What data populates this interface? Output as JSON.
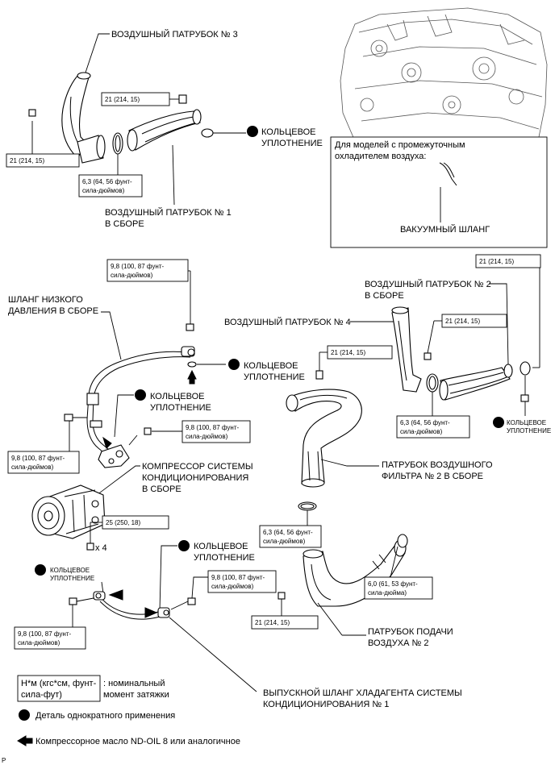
{
  "labels": {
    "air_duct_3": "ВОЗДУШНЫЙ ПАТРУБОК № 3",
    "air_duct_1_l1": "ВОЗДУШНЫЙ ПАТРУБОК № 1",
    "air_duct_1_l2": "В СБОРЕ",
    "oring_top_l1": "КОЛЬЦЕВОЕ",
    "oring_top_l2": "УПЛОТНЕНИЕ",
    "intercooler_l1": "Для моделей с промежуточным",
    "intercooler_l2": "охладителем воздуха:",
    "vacuum_hose": "ВАКУУМНЫЙ ШЛАНГ",
    "low_pressure_l1": "ШЛАНГ НИЗКОГО",
    "low_pressure_l2": "ДАВЛЕНИЯ В СБОРЕ",
    "oring_lp_l1": "КОЛЬЦЕВОЕ",
    "oring_lp_l2": "УПЛОТНЕНИЕ",
    "oring_comp_l1": "КОЛЬЦЕВОЕ",
    "oring_comp_l2": "УПЛОТНЕНИЕ",
    "air_duct_2_l1": "ВОЗДУШНЫЙ ПАТРУБОК № 2",
    "air_duct_2_l2": "В СБОРЕ",
    "air_duct_4": "ВОЗДУШНЫЙ ПАТРУБОК № 4",
    "oring_small_l1": "КОЛЬЦЕВОЕ",
    "oring_small_l2": "УПЛОТНЕНИЕ",
    "filter_duct_l1": "ПАТРУБОК ВОЗДУШНОГО",
    "filter_duct_l2": "ФИЛЬТРА № 2 В СБОРЕ",
    "compressor_l1": "КОМПРЕССОР СИСТЕМЫ",
    "compressor_l2": "КОНДИЦИОНИРОВАНИЯ",
    "compressor_l3": "В СБОРЕ",
    "times4": "x 4",
    "oring_disch_l1": "КОЛЬЦЕВОЕ",
    "oring_disch_l2": "УПЛОТНЕНИЕ",
    "oring_left_l1": "КОЛЬЦЕВОЕ",
    "oring_left_l2": "УПЛОТНЕНИЕ",
    "intake_duct_l1": "ПАТРУБОК ПОДАЧИ",
    "intake_duct_l2": "ВОЗДУХА № 2",
    "discharge_l1": "ВЫПУСКНОЙ ШЛАНГ ХЛАДАГЕНТА СИСТЕМЫ",
    "discharge_l2": "КОНДИЦИОНИРОВАНИЯ № 1"
  },
  "torques": {
    "t1": "21 (214, 15)",
    "t2_l1": "21 (214, 15)",
    "t3_l1": "6,3 (64, 56 фунт-",
    "t3_l2": "сила-дюймов)",
    "t4_l1": "9,8 (100, 87 фунт-",
    "t4_l2": "сила-дюймов)",
    "t5": "21 (214, 15)",
    "t6": "21 (214, 15)",
    "t7": "21 (214, 15)",
    "t8_l1": "9,8 (100, 87 фунт-",
    "t8_l2": "сила-дюймов)",
    "t9_l1": "9,8 (100, 87 фунт-",
    "t9_l2": "сила-дюймов)",
    "t10_l1": "6,3 (64, 56 фунт-",
    "t10_l2": "сила-дюймов)",
    "t11": "25 (250, 18)",
    "t12_l1": "6,3 (64, 56 фунт-",
    "t12_l2": "сила-дюймов)",
    "t13_l1": "9,8 (100, 87 фунт-",
    "t13_l2": "сила-дюймов)",
    "t14_l1": "6,0 (61, 53 фунт-",
    "t14_l2": "сила-дюйма)",
    "t15_l1": "9,8 (100, 87 фунт-",
    "t15_l2": "сила-дюймов)",
    "t16": "21 (214, 15)"
  },
  "legend": {
    "torque_box_l1": "Н*м (кгс*см, фунт-",
    "torque_box_l2": "сила-фут)",
    "torque_desc_l1": ": номинальный",
    "torque_desc_l2": "момент затяжки",
    "nonreusable": "Деталь однократного применения",
    "oil": "Компрессорное масло ND-OIL 8 или аналогичное"
  },
  "corner_mark": "P"
}
